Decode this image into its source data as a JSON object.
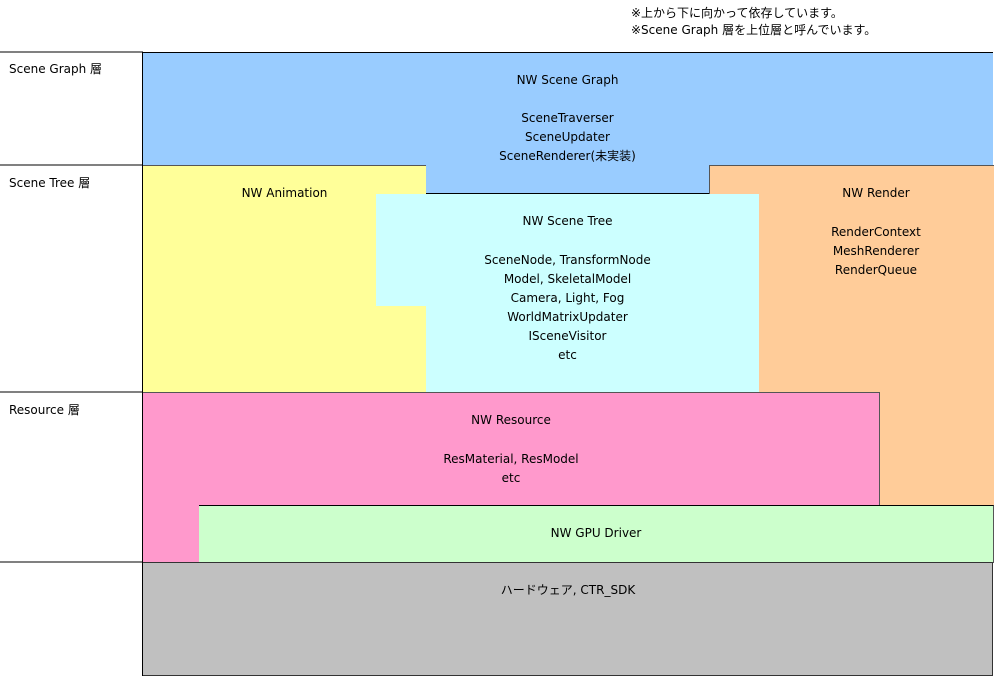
{
  "notes": [
    "※上から下に向かって依存しています。",
    "※Scene Graph 層を上位層と呼んでいます。"
  ],
  "layers": [
    {
      "label": "Scene Graph 層"
    },
    {
      "label": "Scene Tree 層"
    },
    {
      "label": "Resource 層"
    }
  ],
  "modules": {
    "scene_graph": {
      "title": "NW Scene Graph",
      "items": [
        "SceneTraverser",
        "SceneUpdater",
        "SceneRenderer(未実装)"
      ],
      "color": "#99ccff"
    },
    "animation": {
      "title": "NW Animation",
      "color": "#ffff99"
    },
    "scene_tree": {
      "title": "NW Scene Tree",
      "items": [
        "SceneNode, TransformNode",
        "Model, SkeletalModel",
        "Camera, Light, Fog",
        "WorldMatrixUpdater",
        "ISceneVisitor",
        "etc"
      ],
      "color": "#ccffff"
    },
    "render": {
      "title": "NW Render",
      "items": [
        "RenderContext",
        "MeshRenderer",
        "RenderQueue"
      ],
      "color": "#ffcc99"
    },
    "resource": {
      "title": "NW Resource",
      "items": [
        "ResMaterial, ResModel",
        "etc"
      ],
      "color": "#ff99cc"
    },
    "gpu_driver": {
      "title": "NW GPU Driver",
      "color": "#ccffcc"
    },
    "hardware": {
      "title": "ハードウェア, CTR_SDK",
      "color": "#c0c0c0"
    }
  }
}
